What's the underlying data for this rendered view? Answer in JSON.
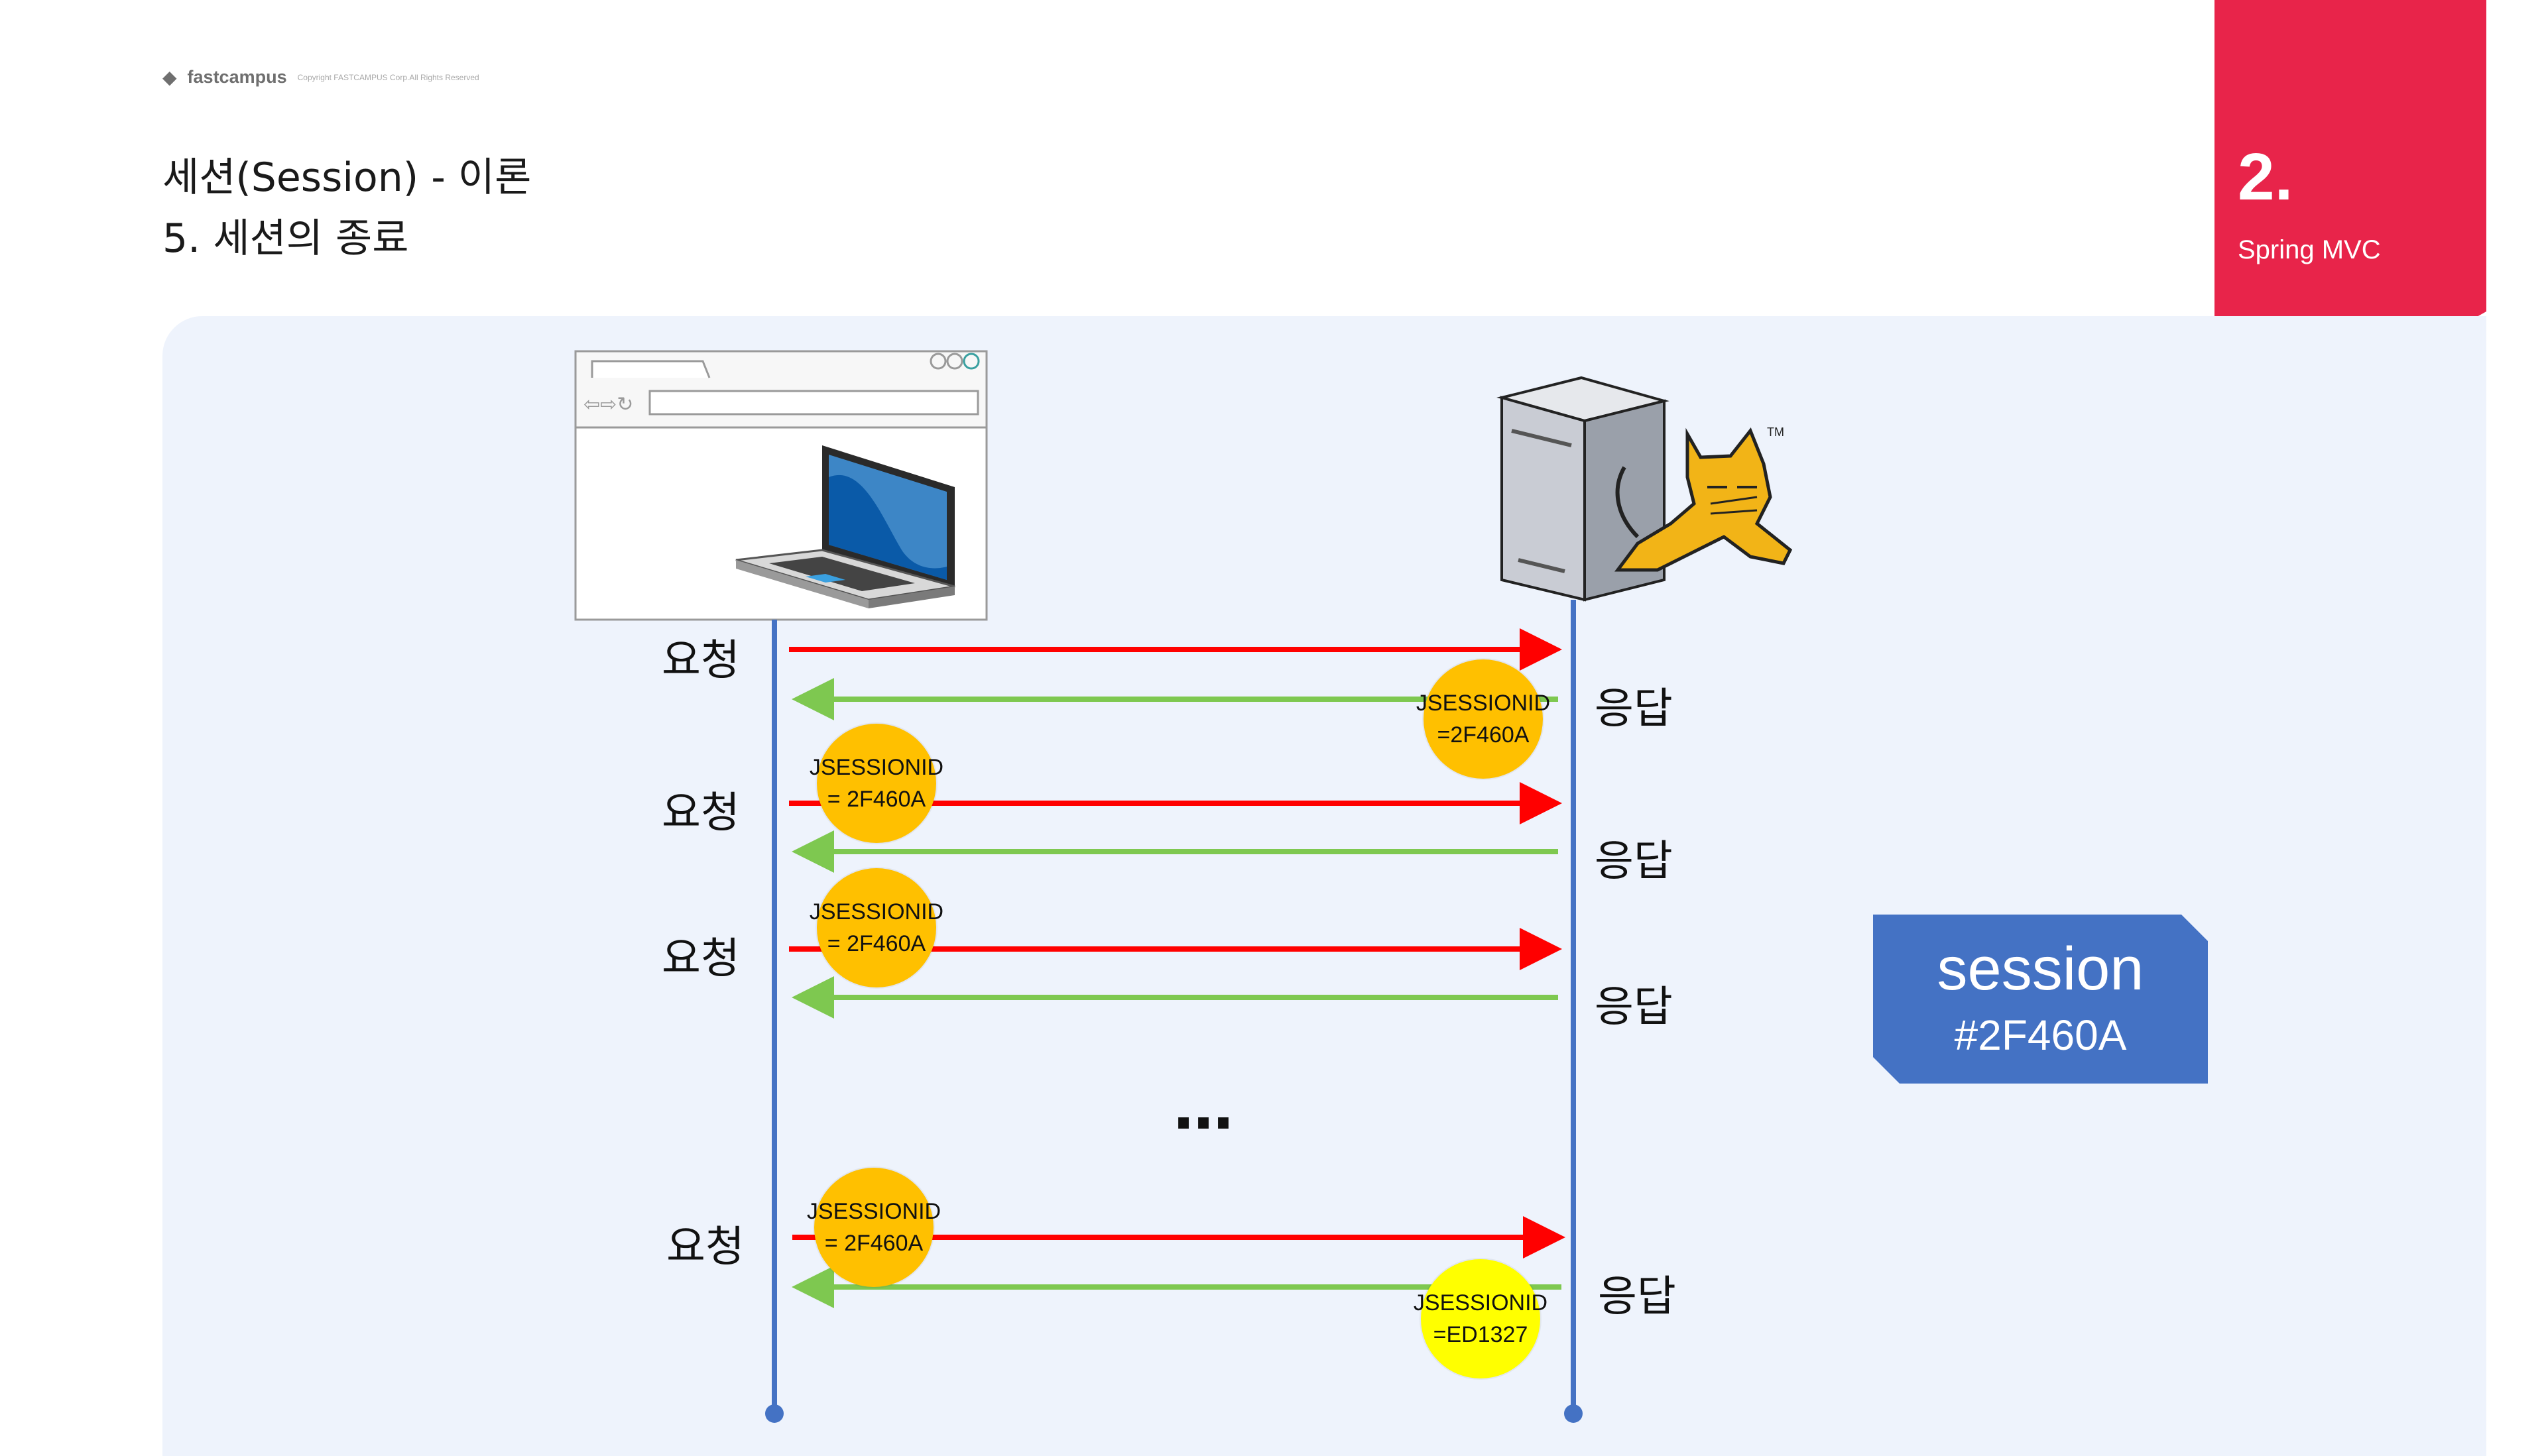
{
  "brand": {
    "name": "fastcampus",
    "copyright": "Copyright FASTCAMPUS Corp.All Rights Reserved"
  },
  "title": {
    "line1": "세션(Session) - 이론",
    "line2": "5. 세션의 종료"
  },
  "section": {
    "number": "2.",
    "name": "Spring MVC"
  },
  "colors": {
    "accent": "#e8244a",
    "panel": "#eef3fc",
    "lifeline": "#4472c4",
    "request": "#ff0000",
    "response": "#7ec850",
    "cookie": "#ffc000",
    "cookie_new": "#ffff00",
    "session_box": "#4472c4"
  },
  "labels": {
    "request": "요청",
    "response": "응답",
    "ellipsis": "…"
  },
  "cookies": {
    "c1": {
      "line1": "JSESSIONID",
      "line2": "=2F460A"
    },
    "c2": {
      "line1": "JSESSIONID",
      "line2": "= 2F460A"
    },
    "c3": {
      "line1": "JSESSIONID",
      "line2": "= 2F460A"
    },
    "c4": {
      "line1": "JSESSIONID",
      "line2": "= 2F460A"
    },
    "c5": {
      "line1": "JSESSIONID",
      "line2": "=ED1327"
    }
  },
  "session": {
    "title": "session",
    "id": "#2F460A"
  },
  "icons": {
    "client": "laptop-browser-icon",
    "server": "server-tomcat-icon"
  }
}
